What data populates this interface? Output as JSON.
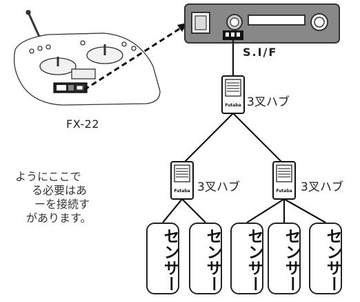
{
  "transmitter": {
    "model": "FX-22"
  },
  "interface": {
    "label": "S.I/F"
  },
  "hubs": [
    {
      "label": "3叉ハブ",
      "brand": "Futaba"
    },
    {
      "label": "3叉ハブ",
      "brand": "Futaba"
    },
    {
      "label": "3叉ハブ",
      "brand": "Futaba"
    }
  ],
  "note_lines": [
    "ようにここで",
    "る必要はあ",
    "ーを接続す",
    "があります。"
  ],
  "sensors": [
    {
      "label": "センサー"
    },
    {
      "label": "センサー"
    },
    {
      "label": "センサー"
    },
    {
      "label": "センサー"
    },
    {
      "label": "センサー"
    }
  ]
}
